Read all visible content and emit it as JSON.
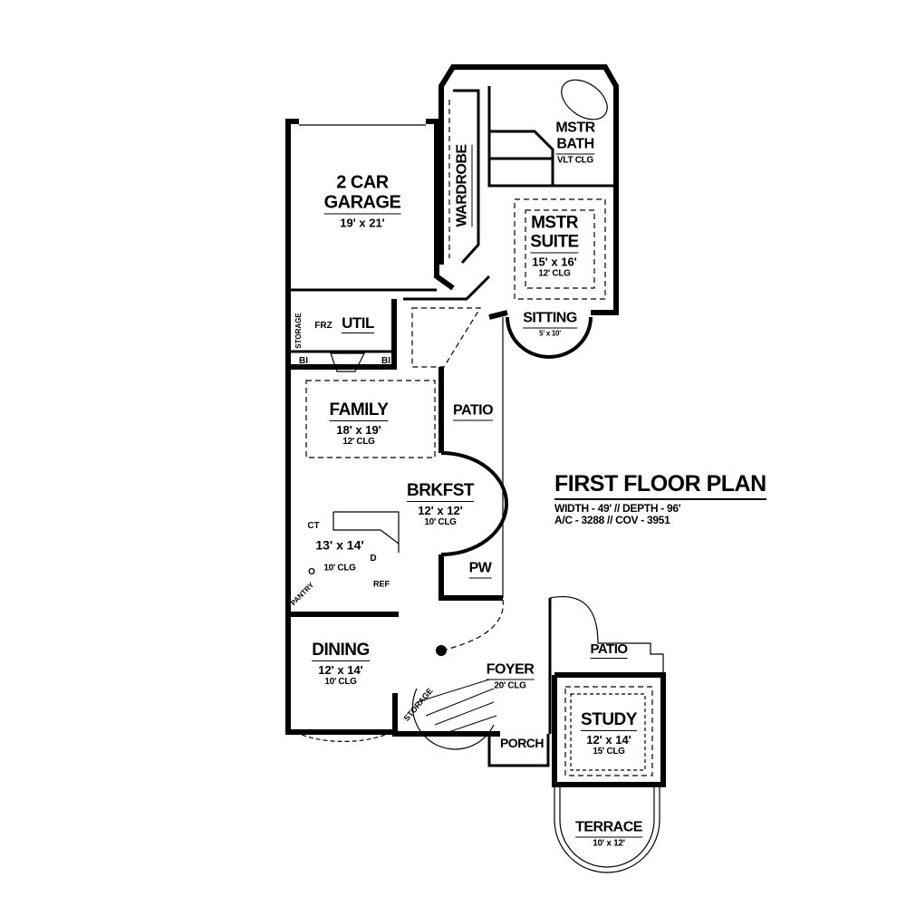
{
  "title_block": {
    "title": "FIRST FLOOR PLAN",
    "dimensions": "WIDTH - 49' // DEPTH - 96'",
    "areas": "A/C - 3288 // COV - 3951"
  },
  "rooms": {
    "garage": {
      "name_line1": "2 CAR",
      "name_line2": "GARAGE",
      "size": "19' x 21'"
    },
    "wardrobe": {
      "name": "WARDROBE"
    },
    "master_bath": {
      "name_line1": "MSTR",
      "name_line2": "BATH",
      "ceiling": "VLT CLG"
    },
    "master_suite": {
      "name_line1": "MSTR",
      "name_line2": "SUITE",
      "size": "15' x 16'",
      "ceiling": "12' CLG"
    },
    "sitting": {
      "name": "SITTING",
      "size": "5' x 10'"
    },
    "util": {
      "name": "UTIL"
    },
    "storage_util": {
      "name": "STORAGE"
    },
    "frz": {
      "name": "FRZ"
    },
    "bi_left": {
      "name": "BI"
    },
    "bi_right": {
      "name": "BI"
    },
    "family": {
      "name": "FAMILY",
      "size": "18' x 19'",
      "ceiling": "12' CLG"
    },
    "patio_upper": {
      "name": "PATIO"
    },
    "brkfst": {
      "name": "BRKFST",
      "size": "12' x 12'",
      "ceiling": "10' CLG"
    },
    "kitchen": {
      "size": "13' x 14'",
      "ceiling": "10' CLG",
      "ct": "CT",
      "d": "D",
      "o": "O",
      "ref": "REF",
      "pantry": "PANTRY"
    },
    "pw": {
      "name": "PW"
    },
    "dining": {
      "name": "DINING",
      "size": "12' x 14'",
      "ceiling": "10' CLG"
    },
    "storage_stair": {
      "name": "STORAGE"
    },
    "foyer": {
      "name": "FOYER",
      "ceiling": "20' CLG"
    },
    "porch": {
      "name": "PORCH"
    },
    "patio_lower": {
      "name": "PATIO"
    },
    "study": {
      "name": "STUDY",
      "size": "12' x 14'",
      "ceiling": "15' CLG"
    },
    "terrace": {
      "name": "TERRACE",
      "size": "10' x 12'"
    }
  }
}
